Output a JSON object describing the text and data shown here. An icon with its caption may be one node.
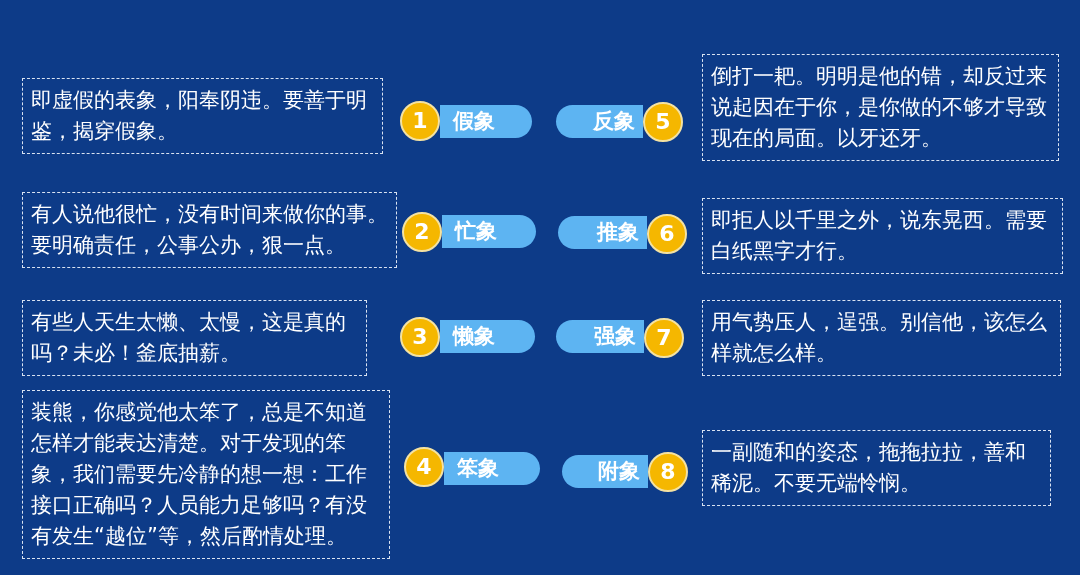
{
  "diagram": {
    "nodes": [
      {
        "text": [
          "即虚假的表象，阳奉阴违。要善于明鉴，揭穿假象。"
        ]
      },
      {
        "text": [
          "1"
        ]
      },
      {
        "text": [
          "假象"
        ]
      },
      {
        "text": [
          "反象"
        ]
      },
      {
        "text": [
          "5"
        ]
      },
      {
        "text": [
          "倒打一耙。明明是他的错，却反过来说起因在于你，是你做的不够才导致现在的局面。以牙还牙。"
        ]
      },
      {
        "text": [
          "有人说他很忙，没有时间来做你的事。要明确责任，公事公办，狠一点。"
        ]
      },
      {
        "text": [
          "2"
        ]
      },
      {
        "text": [
          "忙象"
        ]
      },
      {
        "text": [
          "推象"
        ]
      },
      {
        "text": [
          "6"
        ]
      },
      {
        "text": [
          "即拒人以千里之外，说东晃西。需要白纸黑字才行。"
        ]
      },
      {
        "text": [
          "有些人天生太懒、太慢，这是真的吗？未必！釜底抽薪。"
        ]
      },
      {
        "text": [
          "3"
        ]
      },
      {
        "text": [
          "懒象"
        ]
      },
      {
        "text": [
          "强象"
        ]
      },
      {
        "text": [
          "7"
        ]
      },
      {
        "text": [
          "用气势压人，逞强。别信他，该怎么样就怎么样。"
        ]
      },
      {
        "text": [
          "装熊，你感觉他太笨了，总是不知道怎样才能表达清楚。对于发现的笨象，我们需要先冷静的想一想：工作接口正确吗？人员能力足够吗？有没有发生“越位”等，然后酌情处理。"
        ]
      },
      {
        "text": [
          "4"
        ]
      },
      {
        "text": [
          "笨象"
        ]
      },
      {
        "text": [
          "附象"
        ]
      },
      {
        "text": [
          "8"
        ]
      },
      {
        "text": [
          "一副随和的姿态，拖拖拉拉，善和稀泥。不要无端怜悯。"
        ]
      }
    ]
  }
}
